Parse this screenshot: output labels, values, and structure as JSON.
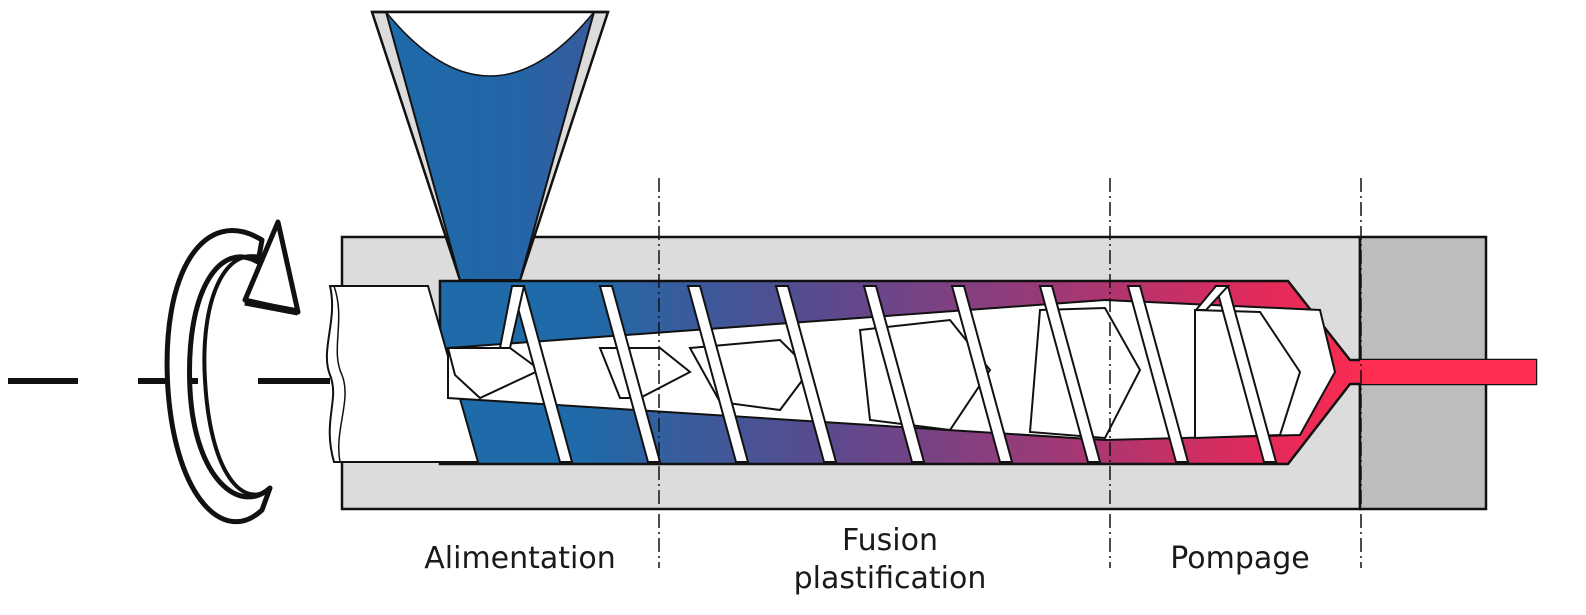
{
  "zones": {
    "alimentation": "Alimentation",
    "fusion_line1": "Fusion",
    "fusion_line2": "plastification",
    "pompage": "Pompage"
  },
  "colors": {
    "feed_material": "#1f6aa8",
    "melt_material": "#ff2d4f",
    "barrel": "#dcdcdc",
    "die": "#bdbdbd",
    "outline": "#1a1a1a",
    "screw": "#ffffff"
  },
  "icons": {
    "rotation": "rotation-arrow-icon",
    "axis": "rotation-axis"
  }
}
